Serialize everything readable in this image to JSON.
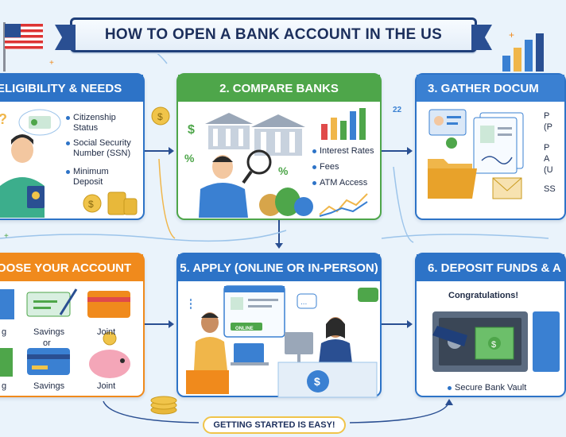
{
  "title": "HOW TO OPEN A BANK ACCOUNT IN THE US",
  "steps": [
    {
      "header": "ELIGIBILITY & NEEDS",
      "items": [
        "Citizenship Status",
        "Social Security Number (SSN)",
        "Minimum Deposit"
      ]
    },
    {
      "header": "2. COMPARE BANKS",
      "items": [
        "Interest Rates",
        "Fees",
        "ATM Access"
      ]
    },
    {
      "header": "3. GATHER DOCUM",
      "items": [
        "P",
        "(P",
        "P",
        "A",
        "(U",
        "SS"
      ]
    },
    {
      "header": "OOSE YOUR ACCOUNT",
      "items": [
        "g",
        "Savings",
        "or",
        "Joint",
        "g",
        "Savings",
        "Joint"
      ]
    },
    {
      "header": "5. APPLY (ONLINE OR IN-PERSON)",
      "screen_label": "ONLINE"
    },
    {
      "header": "6. DEPOSIT FUNDS & A",
      "congrats": "Congratulations!",
      "vault_label": "Secure Bank Vault"
    }
  ],
  "footer": "GETTING STARTED IS EASY!",
  "badge": "22",
  "colors": {
    "navy": "#1c2f5c",
    "blue": "#2d73c7",
    "green": "#4ea64a",
    "orange": "#f08a1c",
    "gold": "#f0c44a",
    "background": "#eaf3fb"
  }
}
